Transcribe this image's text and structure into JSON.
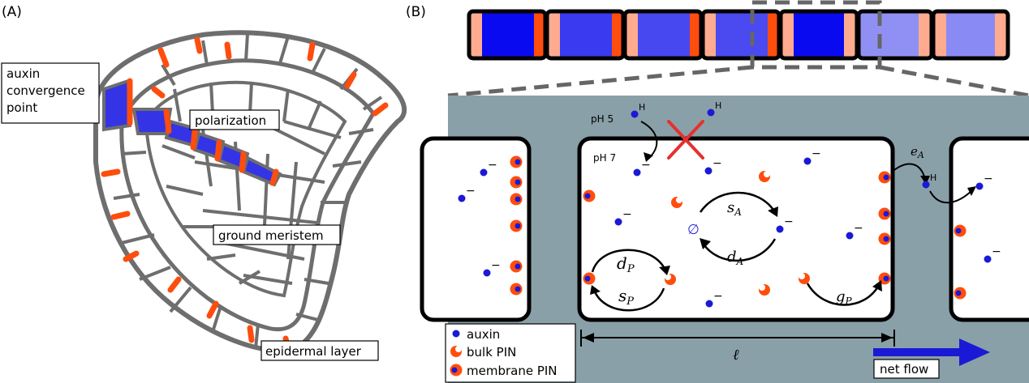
{
  "panel_a": {
    "label": "(A)",
    "callouts": {
      "convergence_line1": "auxin",
      "convergence_line2": "convergence",
      "convergence_line3": "point",
      "polarization": "polarization",
      "ground_meristem": "ground meristem",
      "epidermal_layer": "epidermal layer"
    }
  },
  "panel_b": {
    "label": "(B)",
    "ph_outside": "pH 5",
    "ph_inside": "pH 7",
    "proton": "H",
    "minus": "−",
    "null_symbol": "∅",
    "rates": {
      "s_a": "s",
      "s_a_sub": "A",
      "d_a": "d",
      "d_a_sub": "A",
      "d_p": "d",
      "d_p_sub": "P",
      "s_p": "s",
      "s_p_sub": "P",
      "g_p": "g",
      "g_p_sub": "P",
      "e_a": "e",
      "e_a_sub": "A"
    },
    "length_symbol": "ℓ",
    "net_flow": "net flow",
    "legend": {
      "auxin": "auxin",
      "bulk_pin": "bulk PIN",
      "membrane_pin": "membrane PIN"
    }
  },
  "colors": {
    "auxin": "#1a1ad6",
    "pin": "#ff4d0d",
    "apoplast": "#8aa0a8",
    "cell_wall": "#707070",
    "inhibit": "#e53030"
  }
}
